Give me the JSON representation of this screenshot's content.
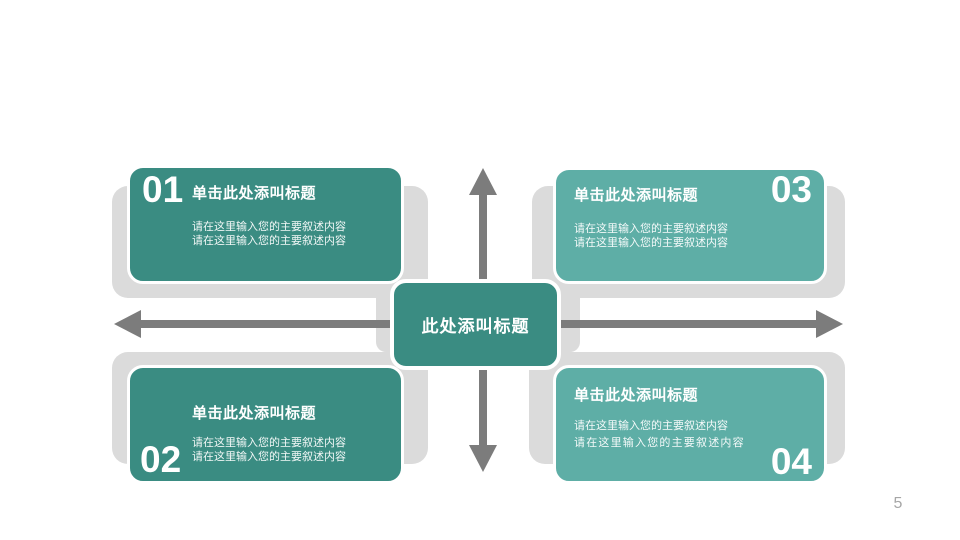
{
  "slide": {
    "page_number": "5"
  },
  "colors": {
    "teal_dark": "#3A8C82",
    "teal_light": "#5EAEA6",
    "backing_gray": "#DBDBDB",
    "arrow_gray": "#7C7C7C",
    "page_number_gray": "#A6A6A6",
    "text_white": "#FFFFFF"
  },
  "center_box": {
    "title": "此处添叫标题"
  },
  "boxes": [
    {
      "number": "01",
      "title": "单击此处添叫标题",
      "body": [
        "请在这里输入您的主要叙述内容",
        "请在这里输入您的主要叙述内容"
      ]
    },
    {
      "number": "02",
      "title": "单击此处添叫标题",
      "body": [
        "请在这里输入您的主要叙述内容",
        "请在这里输入您的主要叙述内容"
      ]
    },
    {
      "number": "03",
      "title": "单击此处添叫标题",
      "body": [
        "请在这里输入您的主要叙述内容",
        "请在这里输入您的主要叙述内容"
      ]
    },
    {
      "number": "04",
      "title": "单击此处添叫标题",
      "body": [
        "请在这里输入您的主要叙述内容",
        "请在这里输入您的主要叙述内容"
      ]
    }
  ]
}
